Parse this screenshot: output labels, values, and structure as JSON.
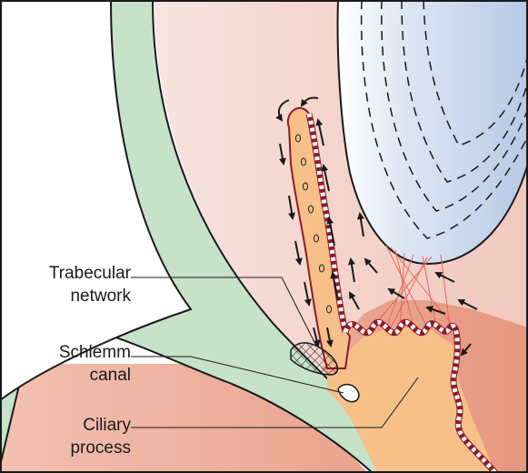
{
  "labels": {
    "trabecular": {
      "line1": "Trabecular",
      "line2": "network"
    },
    "schlemm": {
      "line1": "Schlemm",
      "line2": "canal"
    },
    "ciliary": {
      "line1": "Ciliary",
      "line2": "process"
    }
  },
  "colors": {
    "sclera": "#c6e3c9",
    "cornea_inner": "#f5dcd6",
    "iris_region": "#e9a08c",
    "lens": "#cbd8ee",
    "ciliary_body": "#f7c089",
    "epithelium_red": "#8e1b2a",
    "outline": "#1a1a1a"
  }
}
